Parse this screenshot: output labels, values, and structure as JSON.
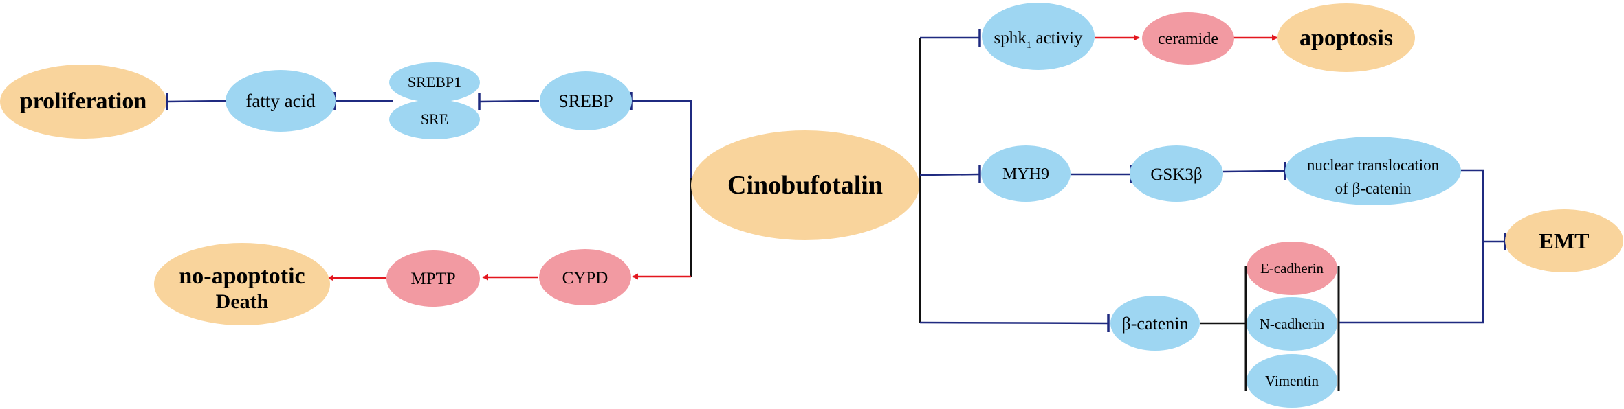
{
  "colors": {
    "outcome": "#F9D49C",
    "blue": "#9ED6F2",
    "red": "#F29AA2",
    "inhibit_line": "#1F2A80",
    "activate_line": "#E3161E",
    "black_line": "#111111"
  },
  "center": {
    "label": "Cinobufotalin"
  },
  "left_upper": {
    "outcome": "proliferation",
    "fatty_acid": "fatty acid",
    "srebp1": "SREBP1",
    "sre": "SRE",
    "srebp": "SREBP"
  },
  "left_lower": {
    "outcome_line1": "no-apoptotic",
    "outcome_line2": "Death",
    "mptp": "MPTP",
    "cypd": "CYPD"
  },
  "right_top": {
    "sphk_main": "sphk",
    "sphk_sub": "1",
    "sphk_rest": " activiy",
    "ceramide": "ceramide",
    "outcome": "apoptosis"
  },
  "right_middle": {
    "myh9": "MYH9",
    "gsk3b": "GSK3β",
    "nuclear_line1": "nuclear translocation",
    "nuclear_line2": "of β-catenin"
  },
  "right_bottom": {
    "beta_catenin": "β-catenin",
    "e_cadherin": "E-cadherin",
    "n_cadherin": "N-cadherin",
    "vimentin": "Vimentin",
    "emt": "EMT"
  }
}
